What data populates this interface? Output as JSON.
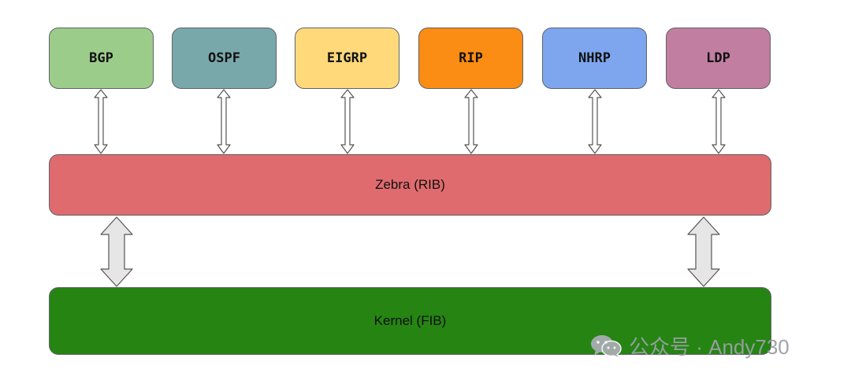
{
  "protocols": [
    {
      "label": "BGP",
      "color": "#9ccc8a"
    },
    {
      "label": "OSPF",
      "color": "#79a8ab"
    },
    {
      "label": "EIGRP",
      "color": "#ffd97a"
    },
    {
      "label": "RIP",
      "color": "#fb8c14"
    },
    {
      "label": "NHRP",
      "color": "#7da6ef"
    },
    {
      "label": "LDP",
      "color": "#c17ea1"
    }
  ],
  "zebra": {
    "label": "Zebra (RIB)",
    "color": "#e06b6e"
  },
  "kernel": {
    "label": "Kernel (FIB)",
    "color": "#268413"
  },
  "watermark": {
    "text": "公众号 · Andy730",
    "icon": "wechat-icon"
  }
}
